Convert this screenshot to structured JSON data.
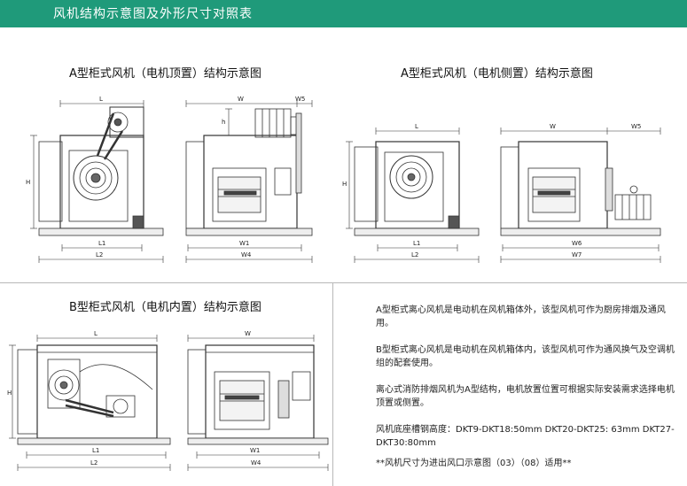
{
  "header": {
    "title": "风机结构示意图及外形尺寸对照表"
  },
  "sections": {
    "a_top": "A型柜式风机（电机顶置）结构示意图",
    "a_side": "A型柜式风机（电机侧置）结构示意图",
    "b_inner": "B型柜式风机（电机内置）结构示意图"
  },
  "dims": {
    "L": "L",
    "H": "H",
    "h": "h",
    "W": "W",
    "W5": "W5",
    "L1": "L1",
    "L2": "L2",
    "W1": "W1",
    "W4": "W4",
    "W6": "W6",
    "W7": "W7"
  },
  "descriptions": {
    "p1": "A型柜式离心风机是电动机在风机箱体外，该型风机可作为厨房排烟及通风用。",
    "p2": "B型柜式离心风机是电动机在风机箱体内，该型风机可作为通风换气及空调机组的配套使用。",
    "p3": "离心式消防排烟风机为A型结构，电机放置位置可根据实际安装需求选择电机顶置或侧置。",
    "p4": "风机底座槽钢高度：DKT9-DKT18:50mm DKT20-DKT25: 63mm  DKT27-DKT30:80mm",
    "p5": "**风机尺寸为进出风口示意图（03）（08）适用**"
  }
}
